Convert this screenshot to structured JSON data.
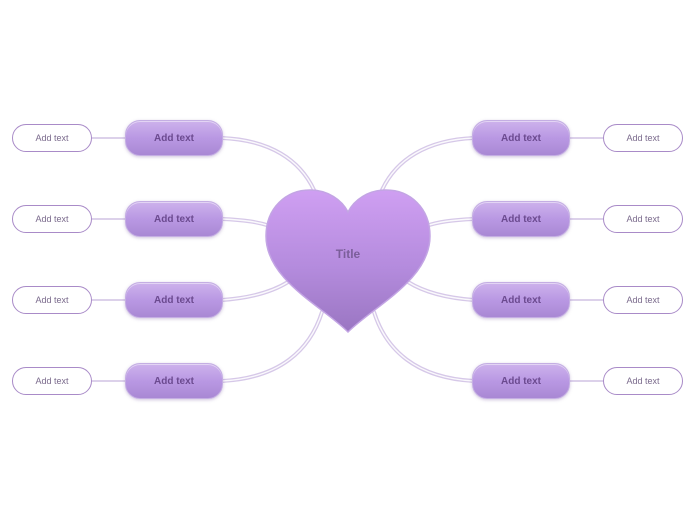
{
  "central_topic": {
    "label": "Title"
  },
  "left_branches": [
    {
      "label": "Add text",
      "subtopic": "Add text"
    },
    {
      "label": "Add text",
      "subtopic": "Add text"
    },
    {
      "label": "Add text",
      "subtopic": "Add text"
    },
    {
      "label": "Add text",
      "subtopic": "Add text"
    }
  ],
  "right_branches": [
    {
      "label": "Add text",
      "subtopic": "Add text"
    },
    {
      "label": "Add text",
      "subtopic": "Add text"
    },
    {
      "label": "Add text",
      "subtopic": "Add text"
    },
    {
      "label": "Add text",
      "subtopic": "Add text"
    }
  ],
  "colors": {
    "branch_fill": "#b998e3",
    "heart_fill": "#b88ee0",
    "connector": "#d2c3e6",
    "leaf_border": "#a98bc8",
    "text": "#6b4a8f"
  }
}
